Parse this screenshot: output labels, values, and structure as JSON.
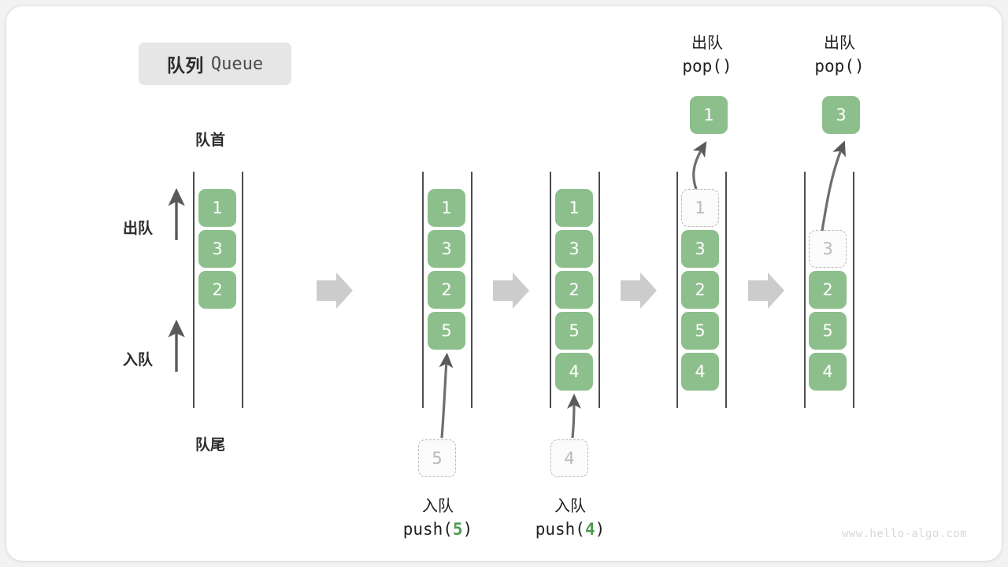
{
  "title": {
    "cn": "队列",
    "en": "Queue"
  },
  "watermark": "www.hello-algo.com",
  "colors": {
    "element": "#8cbf8c",
    "ghost_border": "#b9b9b9",
    "rail": "#4d4d4d",
    "transition_arrow": "#cccccc",
    "accent_code": "#4e9a51",
    "card_bg": "#ffffff",
    "page_bg": "#f2f2f2"
  },
  "axis_labels": {
    "head": "队首",
    "tail": "队尾",
    "dequeue": "出队",
    "enqueue": "入队"
  },
  "panels": [
    {
      "id": "initial",
      "items": [
        "1",
        "3",
        "2"
      ],
      "ghost": null,
      "caption": null
    },
    {
      "id": "after-push-5",
      "items": [
        "1",
        "3",
        "2",
        "5"
      ],
      "ghost": {
        "value": "5",
        "position": "below"
      },
      "caption": {
        "cn": "入队",
        "code_prefix": "push(",
        "code_value": "5",
        "code_suffix": ")"
      }
    },
    {
      "id": "after-push-4",
      "items": [
        "1",
        "3",
        "2",
        "5",
        "4"
      ],
      "ghost": {
        "value": "4",
        "position": "below"
      },
      "caption": {
        "cn": "入队",
        "code_prefix": "push(",
        "code_value": "4",
        "code_suffix": ")"
      }
    },
    {
      "id": "after-pop-1",
      "items": [
        "3",
        "2",
        "5",
        "4"
      ],
      "ghost": {
        "value": "1",
        "position": "slot-0"
      },
      "popped": "1",
      "caption_top": {
        "cn": "出队",
        "code": "pop()"
      }
    },
    {
      "id": "after-pop-3",
      "items": [
        "2",
        "5",
        "4"
      ],
      "ghost": {
        "value": "3",
        "position": "slot-1"
      },
      "popped": "3",
      "caption_top": {
        "cn": "出队",
        "code": "pop()"
      }
    }
  ],
  "transitions": [
    "arrow-right-icon",
    "arrow-right-icon",
    "arrow-right-icon",
    "arrow-right-icon"
  ]
}
